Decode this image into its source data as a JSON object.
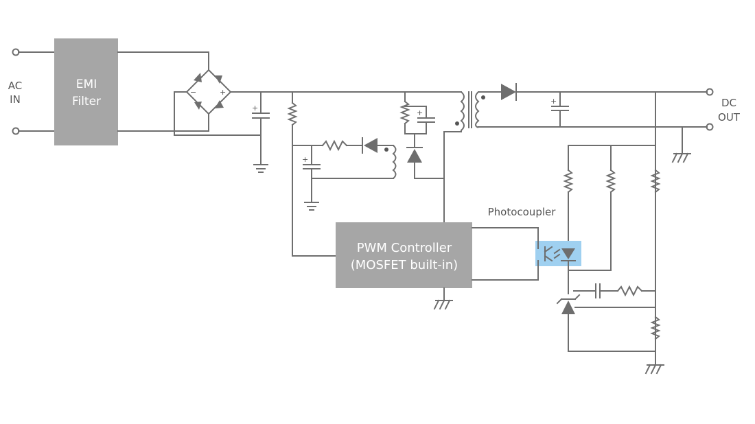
{
  "labels": {
    "ac_in_1": "AC",
    "ac_in_2": "IN",
    "dc_out_1": "DC",
    "dc_out_2": "OUT",
    "photocoupler": "Photocoupler"
  },
  "blocks": {
    "emi_filter": {
      "line1": "EMI",
      "line2": "Filter"
    },
    "pwm_controller": {
      "line1": "PWM Controller",
      "line2": "(MOSFET built-in)"
    }
  },
  "colors": {
    "wire": "#6e6e6e",
    "block_fill": "#a6a6a6",
    "highlight": "#9fd0f0",
    "text": "#555555"
  }
}
